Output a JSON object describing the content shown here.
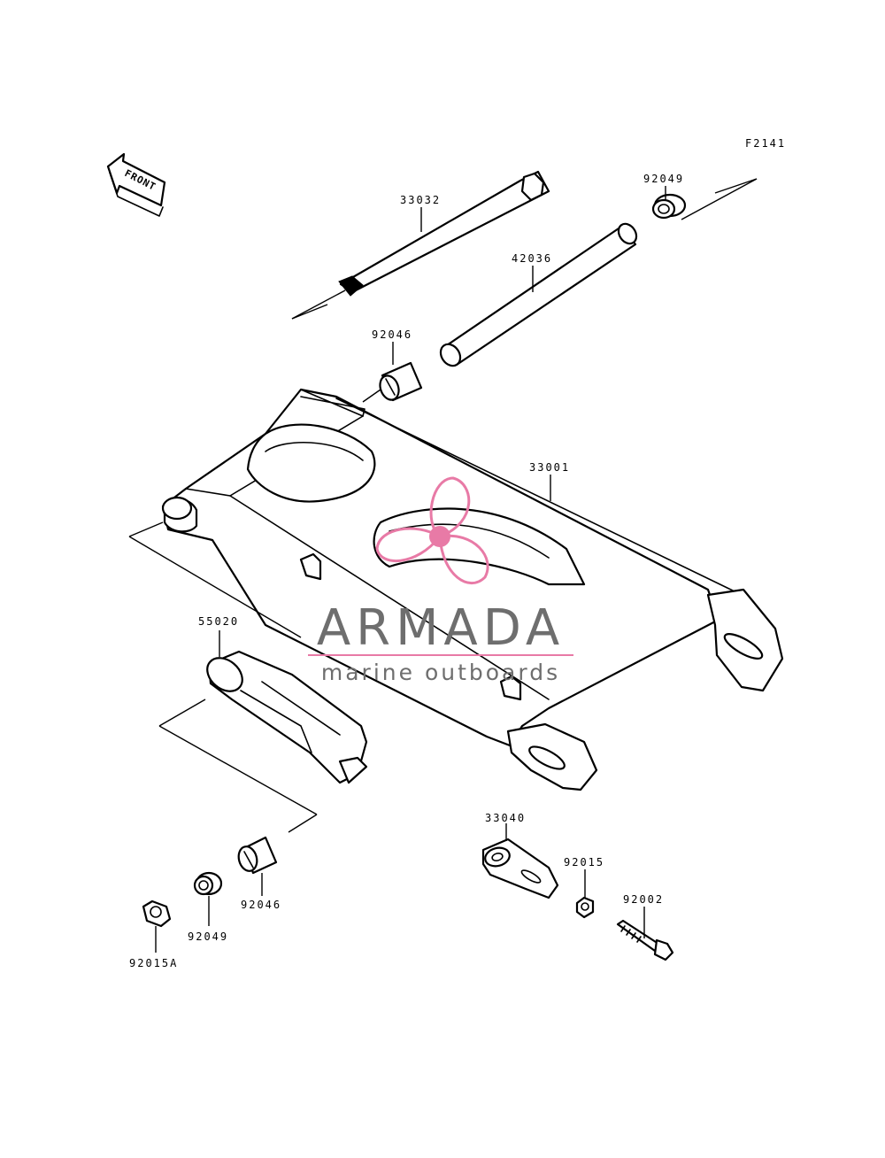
{
  "figure_code": "F2141",
  "front_arrow": "FRONT",
  "parts": [
    {
      "id": "axle",
      "number": "33032"
    },
    {
      "id": "collar-top",
      "number": "92049"
    },
    {
      "id": "sleeve",
      "number": "42036"
    },
    {
      "id": "bearing-top",
      "number": "92046"
    },
    {
      "id": "swingarm",
      "number": "33001"
    },
    {
      "id": "chain-guide",
      "number": "55020"
    },
    {
      "id": "chain-adjuster",
      "number": "33040"
    },
    {
      "id": "adjuster-nut",
      "number": "92015"
    },
    {
      "id": "adjuster-bolt",
      "number": "92002"
    },
    {
      "id": "bearing-bottom",
      "number": "92046"
    },
    {
      "id": "collar-bottom",
      "number": "92049"
    },
    {
      "id": "axle-nut",
      "number": "92015A"
    }
  ],
  "watermark": {
    "brand": "ARMADA",
    "tagline": "marine outboards",
    "logo_color": "#e87aa6",
    "text_color": "#6e6e6e"
  }
}
